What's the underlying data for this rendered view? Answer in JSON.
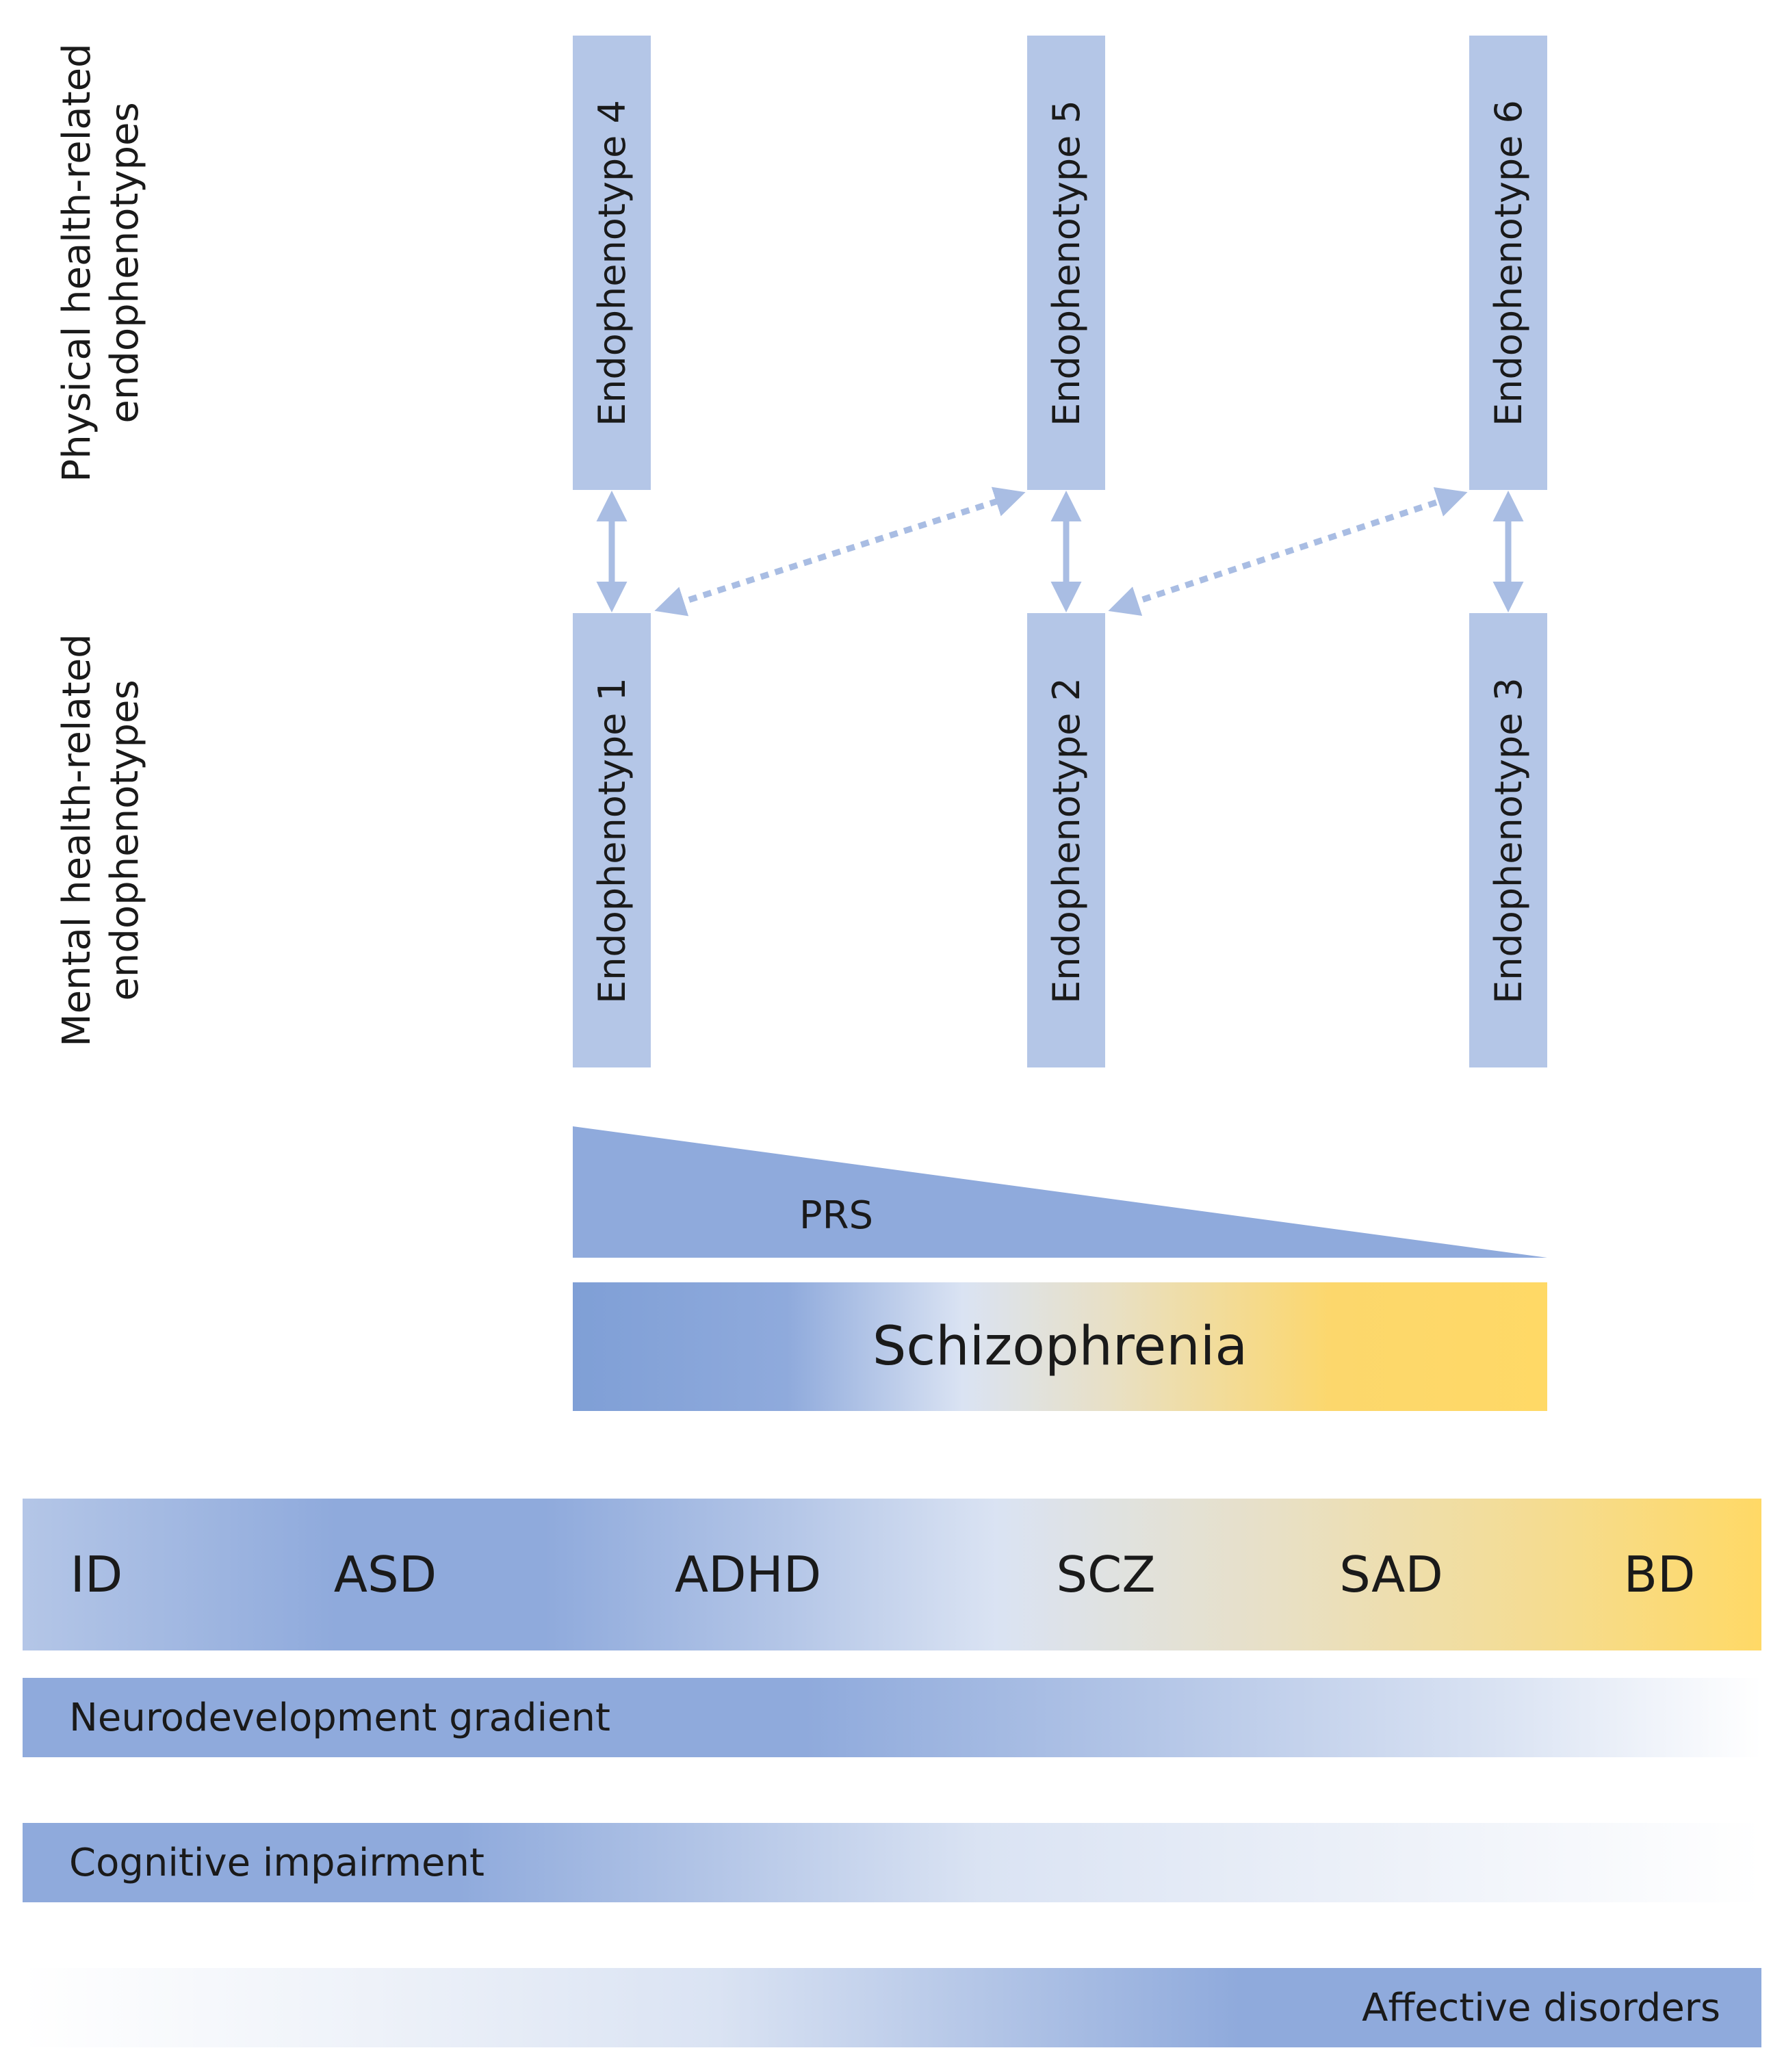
{
  "row_labels": {
    "physical": {
      "line1": "Physical health-related",
      "line2": "endophenotypes"
    },
    "mental": {
      "line1": "Mental health-related",
      "line2": "endophenotypes"
    }
  },
  "endophenotypes": {
    "e1": "Endophenotype 1",
    "e2": "Endophenotype 2",
    "e3": "Endophenotype 3",
    "e4": "Endophenotype 4",
    "e5": "Endophenotype 5",
    "e6": "Endophenotype 6"
  },
  "prs_label": "PRS",
  "schizophrenia_label": "Schizophrenia",
  "disorders": [
    "ID",
    "ASD",
    "ADHD",
    "SCZ",
    "SAD",
    "BD"
  ],
  "gradients": {
    "neurodevelopment": "Neurodevelopment gradient",
    "cognitive": "Cognitive impairment",
    "affective": "Affective disorders"
  },
  "colors": {
    "box_fill": "#b4c6e7",
    "arrow": "#a9bde3",
    "blue": "#8faadc",
    "light": "#dae3f3",
    "yellow": "#ffd966"
  }
}
